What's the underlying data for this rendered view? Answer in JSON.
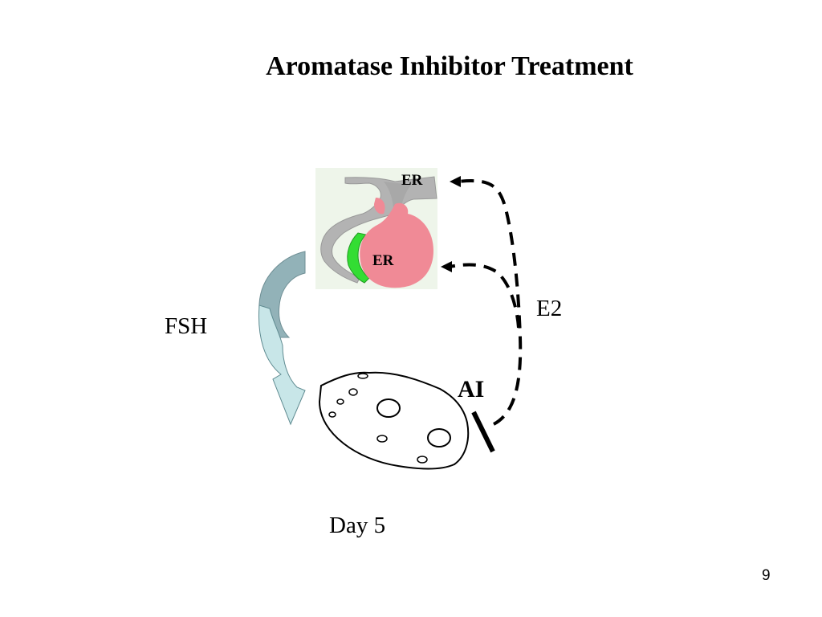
{
  "slide": {
    "title": "Aromatase Inhibitor Treatment",
    "page_number": "9"
  },
  "diagram": {
    "fsh_label": "FSH",
    "e2_label": "E2",
    "ai_label": "AI",
    "er_pituitary_label": "ER",
    "er_hypothalamus_label": "ER",
    "day_label": "Day 5"
  },
  "colors": {
    "pituitary": "#f08a96",
    "hypothalamus": "#b3b3b3",
    "green_band": "#33dd33",
    "arrow_dark": "#92b2b8",
    "arrow_light": "#c8e6e8"
  }
}
